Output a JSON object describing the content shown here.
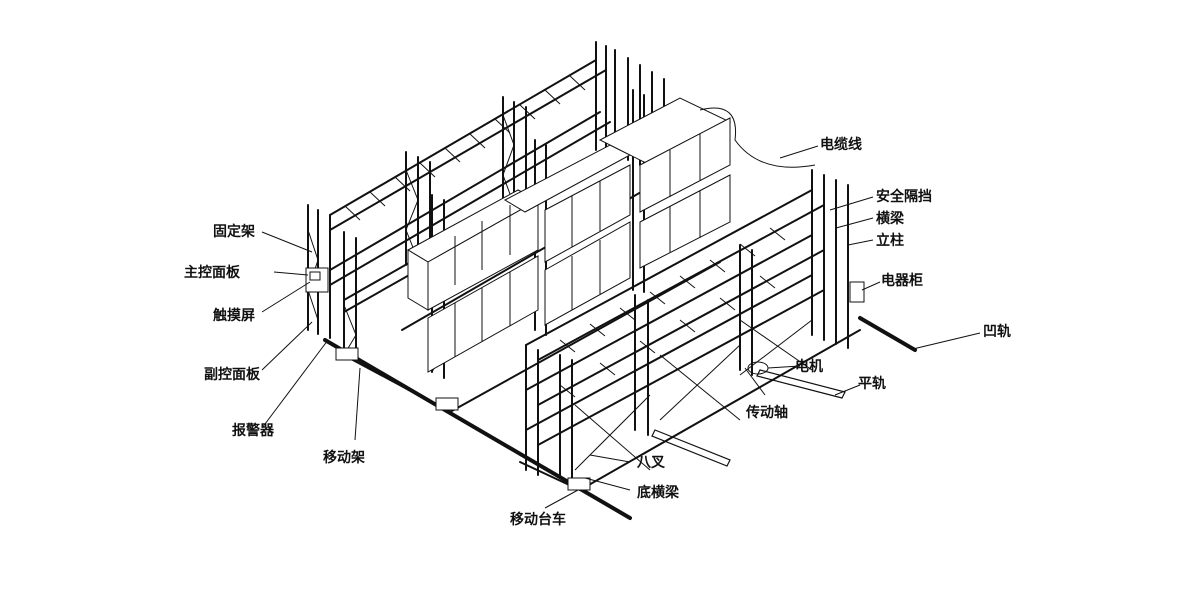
{
  "labels": {
    "guding_jia": "固定架",
    "zhukong_mianban": "主控面板",
    "chumo_ping": "触摸屏",
    "fukong_mianban": "副控面板",
    "baojing_qi": "报警器",
    "yidong_jia": "移动架",
    "yidong_taiche": "移动台车",
    "di_hengliang": "底横梁",
    "ba_cha": "八叉",
    "chuandong_zhou": "传动轴",
    "ping_gui": "平轨",
    "dian_ji": "电机",
    "ao_gui": "凹轨",
    "dianqi_gui": "电器柜",
    "li_zhu": "立柱",
    "heng_liang": "横梁",
    "anquan_gedang": "安全隔挡",
    "dianlan_xian": "电缆线"
  }
}
